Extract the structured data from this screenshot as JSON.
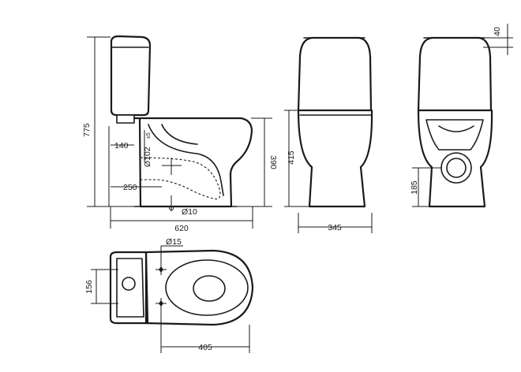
{
  "dimensions": {
    "total_height": "775",
    "cistern_lid": "40",
    "inlet_height": "140",
    "outlet_diameter": "Ø102",
    "outlet_diameter_sub": "±5",
    "outlet_height": "250",
    "fixing_hole": "Ø10",
    "seat_height": "390",
    "front_height": "415",
    "depth": "620",
    "width": "345",
    "outlet_center_height": "185",
    "water_inlet": "Ø15",
    "inlet_offset": "156",
    "bowl_length": "405"
  }
}
